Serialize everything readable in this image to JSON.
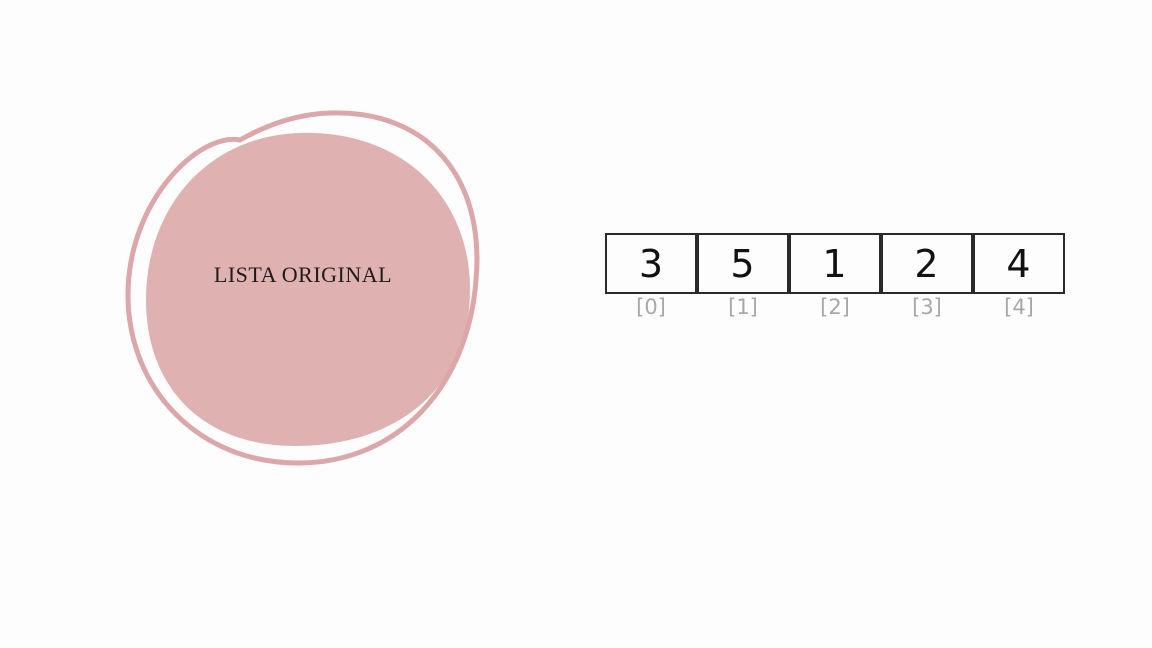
{
  "title": "LISTA ORIGINAL",
  "colors": {
    "blob_fill": "#dfb1b1",
    "blob_stroke": "#dca7a9",
    "box_border": "#2a2a2a",
    "index_text": "#a8a8a8"
  },
  "array": {
    "values": [
      "3",
      "5",
      "1",
      "2",
      "4"
    ],
    "indices": [
      "[0]",
      "[1]",
      "[2]",
      "[3]",
      "[4]"
    ]
  }
}
